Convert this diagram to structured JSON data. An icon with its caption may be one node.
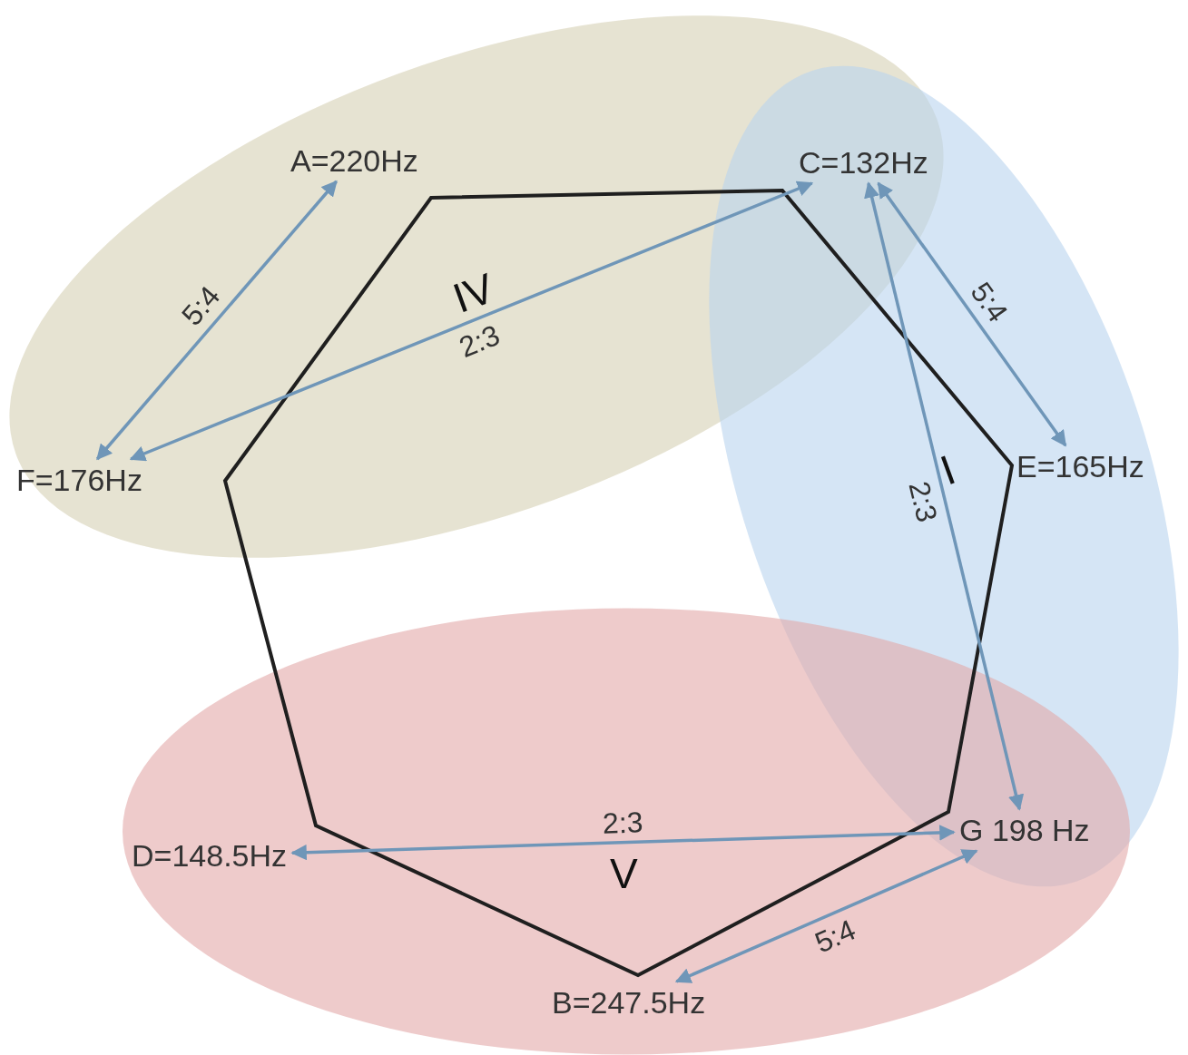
{
  "diagram": {
    "nodes": [
      {
        "text": [
          "IV"
        ]
      },
      {
        "text": [
          "I"
        ]
      },
      {
        "text": [
          "V"
        ]
      },
      {
        "text": [
          "A=220Hz"
        ],
        "in": 0
      },
      {
        "text": [
          "C=132Hz"
        ]
      },
      {
        "text": [
          "E=165Hz"
        ],
        "in": 1
      },
      {
        "text": [
          "G 198 Hz"
        ]
      },
      {
        "text": [
          "B=247.5Hz"
        ],
        "in": 2
      },
      {
        "text": [
          "D=148.5Hz"
        ],
        "in": 2
      },
      {
        "text": [
          "F=176Hz"
        ],
        "in": 0
      }
    ],
    "edges": [
      {
        "from": 3,
        "to": 9,
        "arrow": "both",
        "label": "5:4"
      },
      {
        "from": 9,
        "to": 4,
        "arrow": "both",
        "label": "2:3"
      },
      {
        "from": 4,
        "to": 5,
        "arrow": "both",
        "label": "5:4"
      },
      {
        "from": 4,
        "to": 6,
        "arrow": "both",
        "label": "2:3"
      },
      {
        "from": 8,
        "to": 6,
        "arrow": "both",
        "label": "2:3"
      },
      {
        "from": 6,
        "to": 7,
        "arrow": "both",
        "label": "5:4"
      }
    ]
  }
}
